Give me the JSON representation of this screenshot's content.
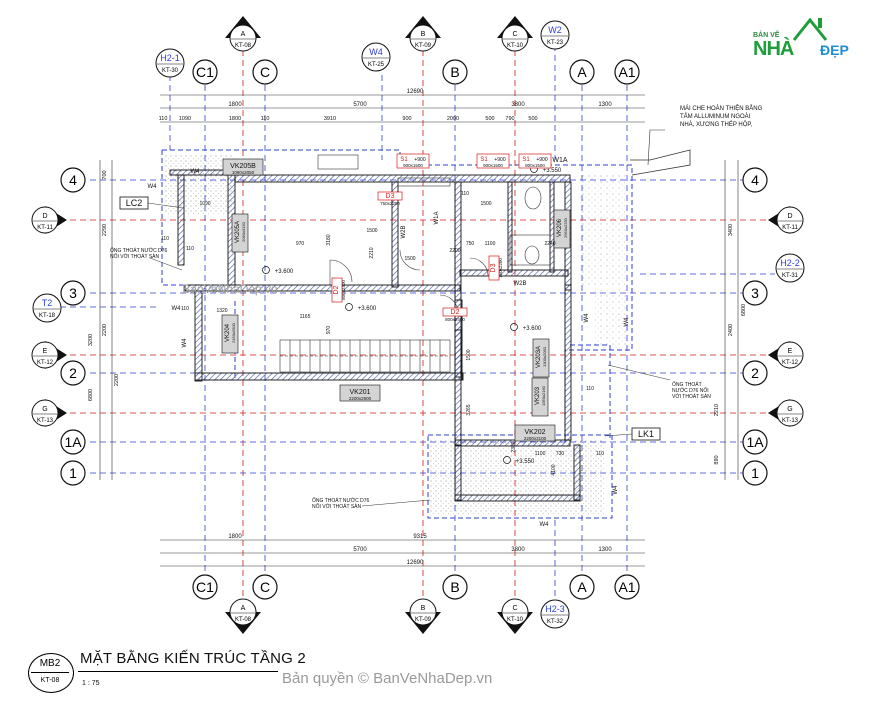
{
  "title": "MẶT BẰNG KIẾN TRÚC TẦNG 2",
  "scale": "1 : 75",
  "sheet": {
    "code": "MB2",
    "ref": "KT-08"
  },
  "watermark": "Bản quyền © BanVeNhaDep.vn",
  "watermark_mid": "BanVeNhaDep.vn",
  "logo": {
    "top": "BẢN VẼ",
    "nha": "NHÀ",
    "dep": "ĐẸP"
  },
  "colors": {
    "line": "#111111",
    "axis_blue": "#2f3fd6",
    "axis_red": "#d81b1b",
    "hatch": "#6b7ab0",
    "label_box": "#cfcfcf",
    "dim": "#333333"
  },
  "top_axes": [
    "C1",
    "C",
    "B",
    "A",
    "A1"
  ],
  "side_axes": [
    "4",
    "3",
    "2",
    "1A",
    "1"
  ],
  "top_section_marks": [
    {
      "code": "A",
      "ref": "KT-08"
    },
    {
      "code": "B",
      "ref": "KT-09"
    },
    {
      "code": "C",
      "ref": "KT-10"
    }
  ],
  "bottom_section_marks": [
    {
      "code": "A",
      "ref": "KT-08"
    },
    {
      "code": "B",
      "ref": "KT-09"
    },
    {
      "code": "C",
      "ref": "KT-10"
    }
  ],
  "left_section_marks": [
    {
      "code": "D",
      "ref": "KT-11"
    },
    {
      "code": "E",
      "ref": "KT-12"
    },
    {
      "code": "G",
      "ref": "KT-13"
    }
  ],
  "right_section_marks": [
    {
      "code": "D",
      "ref": "KT-11"
    },
    {
      "code": "E",
      "ref": "KT-12"
    },
    {
      "code": "G",
      "ref": "KT-13"
    }
  ],
  "detail_marks": {
    "h2_1": {
      "code": "H2-1",
      "ref": "KT-30"
    },
    "w4": {
      "code": "W4",
      "ref": "KT-25"
    },
    "w2": {
      "code": "W2",
      "ref": "KT-23"
    },
    "t2": {
      "code": "T2",
      "ref": "KT-18"
    },
    "h2_2": {
      "code": "H2-2",
      "ref": "KT-31"
    },
    "h2_3": {
      "code": "H2-3",
      "ref": "KT-32"
    }
  },
  "top_dims": {
    "total": "12690",
    "row1": [
      "1800",
      "5700",
      "3800",
      "1300"
    ],
    "row2": [
      "110",
      "1090",
      "1800",
      "110",
      "3910",
      "900",
      "2000",
      "500",
      "790",
      "500"
    ]
  },
  "bottom_dims": {
    "total": "12690",
    "row1": [
      "5700",
      "3800",
      "1300"
    ],
    "row0": [
      "1800",
      "9315"
    ]
  },
  "left_dims": [
    "700",
    "2290",
    "2200",
    "2200",
    "3200",
    "6800"
  ],
  "right_dims": [
    "3400",
    "2400",
    "6800",
    "2210",
    "890"
  ],
  "annotations": {
    "roof_note": "MÁI CHE  HOÀN THIỆN BẰNG\nTẤM ALLUMINUM NGOÀI\nNHÀ, XƯƠNG THÉP HỘP,",
    "pipe_left": "ỐNG THOÁT NƯỚC D76\nNỐI VỚI THOÁT SÀN",
    "pipe_right": "ỐNG THOÁT\nNƯỚC D76 NỐI\nVỚI THOÁT SÀN",
    "pipe_bottom": "ỐNG THOÁT NƯỚC D76\nNỐI VỚI THOÁT SÀN",
    "lc2": "LC2",
    "lk1": "LK1",
    "w1a_top": "W1A",
    "w1a_mid": "W1A",
    "w2b_a": "W2B",
    "w2b_b": "W2B"
  },
  "levels": [
    "+3.600",
    "+3.600",
    "+3.600",
    "+3.550",
    "+3.550"
  ],
  "vk_labels": [
    {
      "code": "VK205B",
      "size": "1090x2050"
    },
    {
      "code": "VK201",
      "size": "2200x2900"
    },
    {
      "code": "VK202",
      "size": "2200x3100"
    },
    {
      "code": "VK205A",
      "size": "2060x3150"
    },
    {
      "code": "VK204",
      "size": "2150x2500"
    },
    {
      "code": "VK206",
      "size": "2950x2250"
    },
    {
      "code": "VK203",
      "size": "1950x2160"
    },
    {
      "code": "VK203A",
      "size": "1300x2050"
    }
  ],
  "doors": [
    {
      "code": "D3",
      "size": "750x2200"
    },
    {
      "code": "D2",
      "size": "800x2400"
    },
    {
      "code": "D2",
      "size": "800x2400"
    },
    {
      "code": "D3",
      "size": "750x2200"
    }
  ],
  "windows": [
    {
      "code": "S1",
      "level": "+900",
      "size": "900x1500"
    },
    {
      "code": "S1",
      "level": "+900",
      "size": "900x1500"
    },
    {
      "code": "S1",
      "level": "+900",
      "size": "900x1500"
    }
  ],
  "w4_tags": [
    "W4",
    "W4",
    "W4",
    "W4",
    "W4",
    "W4",
    "W4",
    "W4"
  ],
  "inner_dims": [
    "1090",
    "1500",
    "1500",
    "750",
    "1100",
    "970",
    "3180",
    "2210",
    "1320",
    "1165",
    "970",
    "1500",
    "2240",
    "2200",
    "1500",
    "3265",
    "4100",
    "2380",
    "1100",
    "730",
    "110",
    "110",
    "110",
    "110",
    "110",
    "110"
  ]
}
